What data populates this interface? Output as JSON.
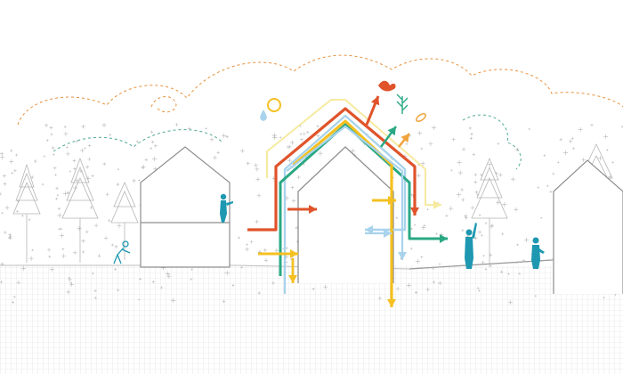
{
  "diagram": {
    "colors": {
      "red": "#e0532b",
      "yellow": "#f5c021",
      "teal": "#2aa884",
      "light_blue": "#a9d3ec",
      "pale_yellow": "#f6eaa0",
      "orange": "#f0a33b",
      "figure": "#1e98b0",
      "outline": "#9a9a9a",
      "cloud_orange": "#e8913c",
      "cloud_teal": "#4fa996",
      "ground": "#cfcfcf"
    },
    "icons": [
      "sun-icon",
      "water-drop-icon",
      "bird-icon",
      "plant-icon",
      "seed-icon"
    ],
    "people": [
      "person-in-window",
      "person-gardening",
      "person-raising-arm",
      "person-standing"
    ]
  }
}
